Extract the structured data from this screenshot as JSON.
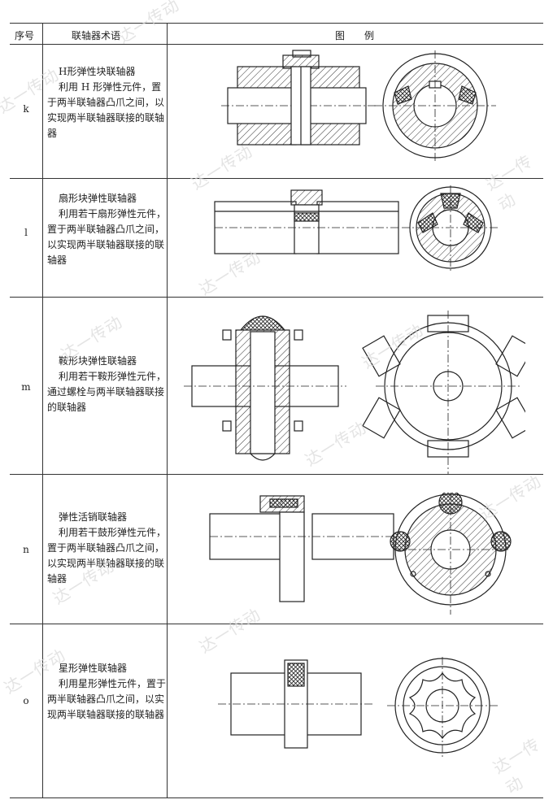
{
  "header": {
    "seq": "序号",
    "term": "联轴器术语",
    "figure": "图　　例"
  },
  "rows": [
    {
      "id": "k",
      "title": "H形弹性块联轴器",
      "desc": "利用 H 形弹性元件，置于两半联轴器凸爪之间，以实现两半联轴器联接的联轴器"
    },
    {
      "id": "l",
      "title": "扇形块弹性联轴器",
      "desc": "利用若干扇形弹性元件，置于两半联轴器凸爪之间，以实现两半联轴器联接的联轴器"
    },
    {
      "id": "m",
      "title": "鞍形块弹性联轴器",
      "desc": "利用若干鞍形弹性元件，通过螺栓与两半联轴器联接的联轴器"
    },
    {
      "id": "n",
      "title": "弹性活销联轴器",
      "desc": "利用若干鼓形弹性元件，置于两半联轴器凸爪之间，以实现两半联轴器联接的联轴器"
    },
    {
      "id": "o",
      "title": "星形弹性联轴器",
      "desc": "利用星形弹性元件，置于两半联轴器凸爪之间，以实现两半联轴器联接的联轴器"
    }
  ],
  "watermark": "达一传动"
}
